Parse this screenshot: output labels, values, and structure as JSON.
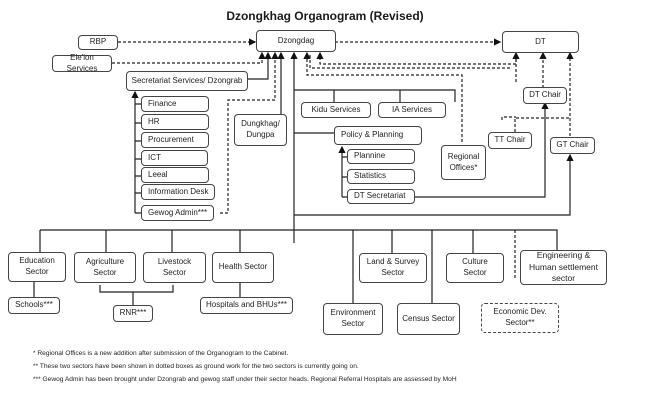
{
  "title": "Dzongkhag Organogram (Revised)",
  "nodes": {
    "dzongdag": "Dzongdag",
    "dt": "DT",
    "rbp": "RBP",
    "election": "Ele'ion Services",
    "secretariat": "Secretariat Services/ Dzongrab",
    "finance": "Finance",
    "hr": "HR",
    "procurement": "Procurement",
    "ict": "ICT",
    "legal": "Leeal",
    "info_desk": "Information Desk",
    "gewog_admin": "Gewog Admin***",
    "dungkhag": "Dungkhag/ Dungpa",
    "kidu": "Kidu Services",
    "ia": "IA Services",
    "policy": "Policy & Planning",
    "planning": "Plannine",
    "statistics": "Statistics",
    "dt_secretariat": "DT Secretariat",
    "regional_offices": "Regional Offices*",
    "dt_chair": "DT Chair",
    "tt_chair": "TT Chair",
    "gt_chair": "GT Chair",
    "education": "Education Sector",
    "agriculture": "Agriculture Sector",
    "livestock": "Livestock Sector",
    "health": "Health Sector",
    "schools": "Schools***",
    "rnr": "RNR***",
    "hospitals": "Hospitals and BHUs***",
    "land": "Land & Survey Sector",
    "culture": "Culture Sector",
    "engineering": "Engineering & Human settlement sector",
    "environment": "Environment Sector",
    "census": "Census Sector",
    "economic": "Economic Dev. Sector**"
  },
  "notes": [
    "* Regional Offices is a new addition after submission of the Organogram to the Cabinet.",
    "** These two sectors have been shown in dotted boxes as ground work for the two sectors is currently going on.",
    "*** Gewog Admin has been brought under Dzongrab and gewog staff under their sector heads. Regional Referral Hospitals are assessed by MoH"
  ]
}
